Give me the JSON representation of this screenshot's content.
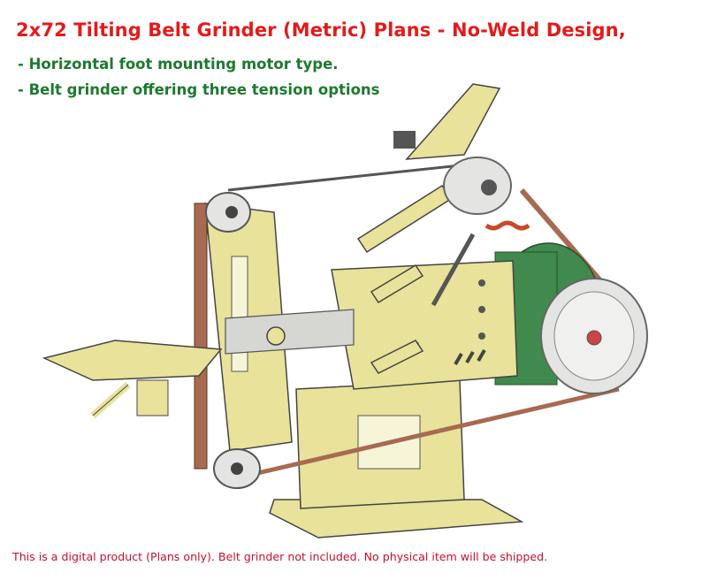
{
  "header": {
    "title": "2x72 Tilting Belt Grinder (Metric) Plans - No-Weld Design,",
    "bullets": [
      "- Horizontal foot mounting motor type.",
      "- Belt grinder offering three tension options"
    ]
  },
  "footer": {
    "notice": "This is a digital product (Plans only). Belt grinder not included. No physical item will be shipped."
  },
  "colors": {
    "title": "#e31b1b",
    "bullets": "#1d7a2e",
    "footer": "#c8102e",
    "frame": "#e8e29a",
    "motor": "#3f8a4c",
    "belt": "#a86a50"
  }
}
